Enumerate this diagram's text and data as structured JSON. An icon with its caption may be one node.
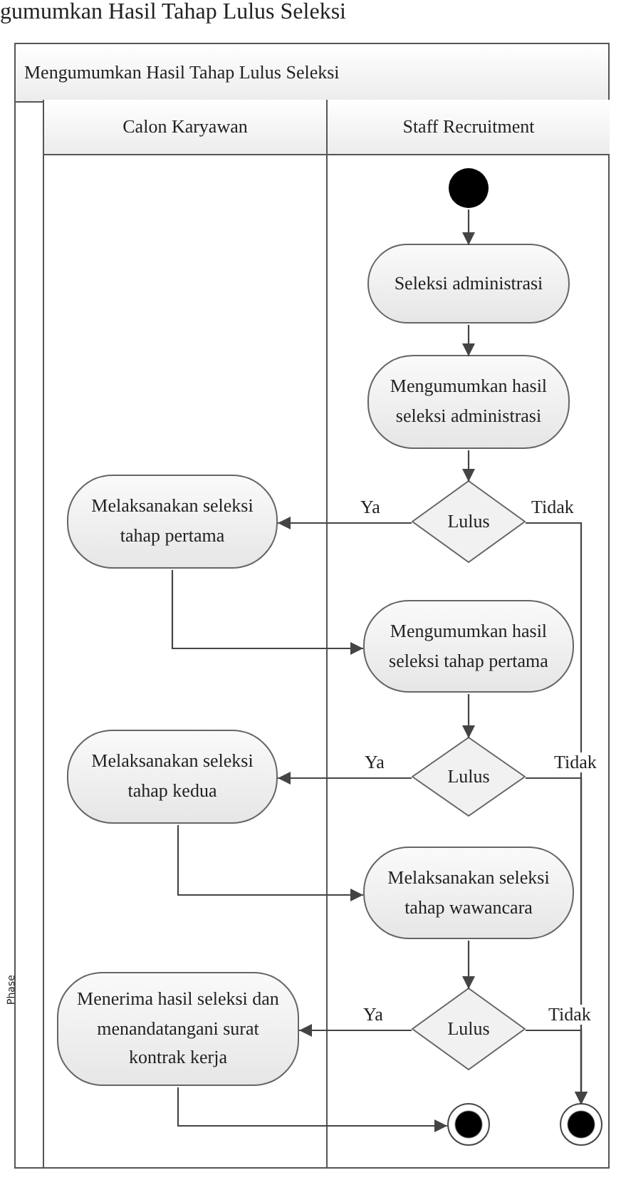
{
  "diagram": {
    "title": "gumumkan Hasil Tahap Lulus Seleksi",
    "nodes": [
      {
        "text": [
          "Mengumumkan Hasil Tahap Lulus Seleksi"
        ]
      },
      {
        "text": [
          "Calon Karyawan"
        ],
        "in": 0
      },
      {
        "text": [
          "Staff Recruitment"
        ],
        "in": 0
      },
      {
        "text": [],
        "shape": "circle",
        "in": 2
      },
      {
        "text": [
          "Seleksi administrasi"
        ],
        "in": 2
      },
      {
        "text": [
          "Mengumumkan hasil seleksi administrasi"
        ],
        "in": 2
      },
      {
        "text": [
          "Melaksanakan seleksi tahap pertama"
        ],
        "in": 1
      },
      {
        "text": [
          "Lulus"
        ],
        "in": 2
      },
      {
        "text": [
          "Mengumumkan hasil seleksi tahap pertama"
        ],
        "in": 2
      },
      {
        "text": [
          "Melaksanakan seleksi tahap kedua"
        ],
        "in": 1
      },
      {
        "text": [
          "Lulus"
        ],
        "in": 2
      },
      {
        "text": [
          "Melaksanakan seleksi tahap wawancara"
        ],
        "in": 2
      },
      {
        "text": [
          "Menerima hasil seleksi dan menandatangani surat kontrak kerja"
        ],
        "in": 1
      },
      {
        "text": [
          "Lulus"
        ],
        "in": 2
      },
      {
        "text": [],
        "shape": "circle",
        "in": 2
      },
      {
        "text": [],
        "shape": "circle",
        "in": 2
      }
    ],
    "edges": [
      {
        "from": 3,
        "to": 4,
        "arrow": "to"
      },
      {
        "from": 4,
        "to": 5,
        "arrow": "to"
      },
      {
        "from": 5,
        "to": 7,
        "arrow": "to"
      },
      {
        "from": 7,
        "to": 6,
        "arrow": "to",
        "label": "Ya"
      },
      {
        "from": 7,
        "to": 15,
        "arrow": "to",
        "label": "Tidak"
      },
      {
        "from": 6,
        "to": 8,
        "arrow": "to"
      },
      {
        "from": 8,
        "to": 10,
        "arrow": "to"
      },
      {
        "from": 10,
        "to": 9,
        "arrow": "to",
        "label": "Ya"
      },
      {
        "from": 10,
        "to": 15,
        "arrow": "to",
        "label": "Tidak"
      },
      {
        "from": 9,
        "to": 11,
        "arrow": "to"
      },
      {
        "from": 11,
        "to": 13,
        "arrow": "to"
      },
      {
        "from": 13,
        "to": 12,
        "arrow": "to",
        "label": "Ya"
      },
      {
        "from": 13,
        "to": 15,
        "arrow": "to",
        "label": "Tidak"
      },
      {
        "from": 12,
        "to": 14,
        "arrow": "to"
      }
    ],
    "labels": [
      "Phase"
    ]
  }
}
